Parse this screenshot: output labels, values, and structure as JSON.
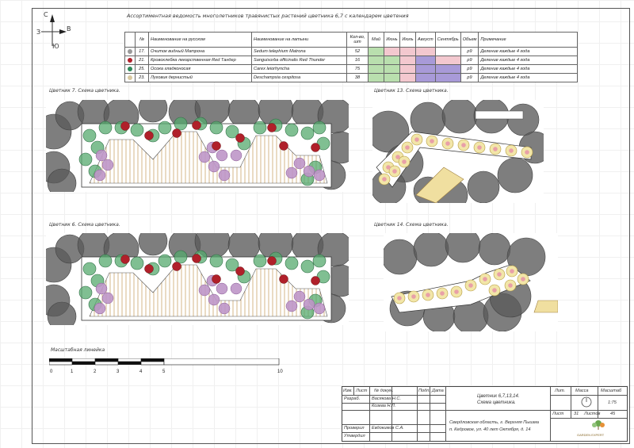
{
  "table_title": "Ассортиментная ведомость многолетников травянистых растений цветника 6,7 с календарем цветения",
  "compass": {
    "n": "С",
    "w": "З",
    "e": "В",
    "s": "Ю"
  },
  "table": {
    "headers": {
      "num": "№",
      "ru": "Наименование на русском",
      "lat": "Наименование на латыни",
      "qty": "Кол-во, шт",
      "may": "Май",
      "jun": "Июнь",
      "jul": "Июль",
      "aug": "Август",
      "sep": "Сентябрь",
      "vol": "Объем",
      "note": "Примечание"
    },
    "rows": [
      {
        "marker_color": "#9a9a9a",
        "num": "17.",
        "ru": "Очиток видный Матрона",
        "lat": "Sedum telephium Matrona",
        "qty": "52",
        "vol": "р9",
        "note": "Деление каждые 4 года",
        "months": [
          "#b9dfae",
          "#f3c8cf",
          "#f3c8cf",
          "#f3c8cf",
          "#ffffff"
        ]
      },
      {
        "marker_color": "#b0202a",
        "num": "21.",
        "ru": "Кровохлебка лекарственная Red Тандер",
        "lat": "Sanguisorba officinalis Red Thunder",
        "qty": "16",
        "vol": "р9",
        "note": "Деление каждые 4 года",
        "months": [
          "#b9dfae",
          "#b9dfae",
          "#f3c8cf",
          "#a89ad8",
          "#f3c8cf"
        ]
      },
      {
        "marker_color": "#2f8a5a",
        "num": "25.",
        "ru": "Осока гладконосая",
        "lat": "Carex leiorhyncha",
        "qty": "75",
        "vol": "р9",
        "note": "Деление каждые 4 года",
        "months": [
          "#b9dfae",
          "#b9dfae",
          "#f3c8cf",
          "#a89ad8",
          "#a89ad8"
        ]
      },
      {
        "marker_color": "#d8c8a0",
        "num": "23.",
        "ru": "Луговик дернистый",
        "lat": "Deschampsia cespitosa",
        "qty": "38",
        "vol": "р9",
        "note": "Деление каждые 4 года",
        "months": [
          "#b9dfae",
          "#b9dfae",
          "#f3c8cf",
          "#a89ad8",
          "#a89ad8"
        ]
      }
    ]
  },
  "schemes": {
    "s7": "Цветник 7. Схема цветника.",
    "s13": "Цветник 13. Схема цветника.",
    "s6": "Цветник 6. Схема цветника.",
    "s14": "Цветник 14. Схема цветника."
  },
  "scale": {
    "title": "Масштабная линейка",
    "ticks": [
      "0",
      "1",
      "2",
      "3",
      "4",
      "5",
      "10"
    ]
  },
  "stamp": {
    "h_izm": "Изм.",
    "h_list": "Лист",
    "h_doc": "№ докум.",
    "h_sign": "Подп.",
    "h_date": "Дата",
    "r_razrab": "Разраб.",
    "razrab1": "Васякова Н.С.",
    "razrab2": "Козева Н.Л.",
    "r_prov": "Проверил",
    "prov": "Евдокимов С.А.",
    "r_utv": "Утвердил",
    "title1": "Цветник 6,7,13,14.",
    "title2": "Схема цветника.",
    "addr1": "Свердловская область, г. Верхняя Пышма",
    "addr2": "п. Кедровое, ул. 40 лет Октября, д. 14",
    "h_lit": "Лит.",
    "h_ves": "Масса",
    "h_masht": "Масштаб",
    "masht": "1:75",
    "list_label": "Лист",
    "list_num": "31",
    "listov_label": "Листов",
    "listov_num": "45",
    "logo": "GARDEN EXPERT"
  }
}
